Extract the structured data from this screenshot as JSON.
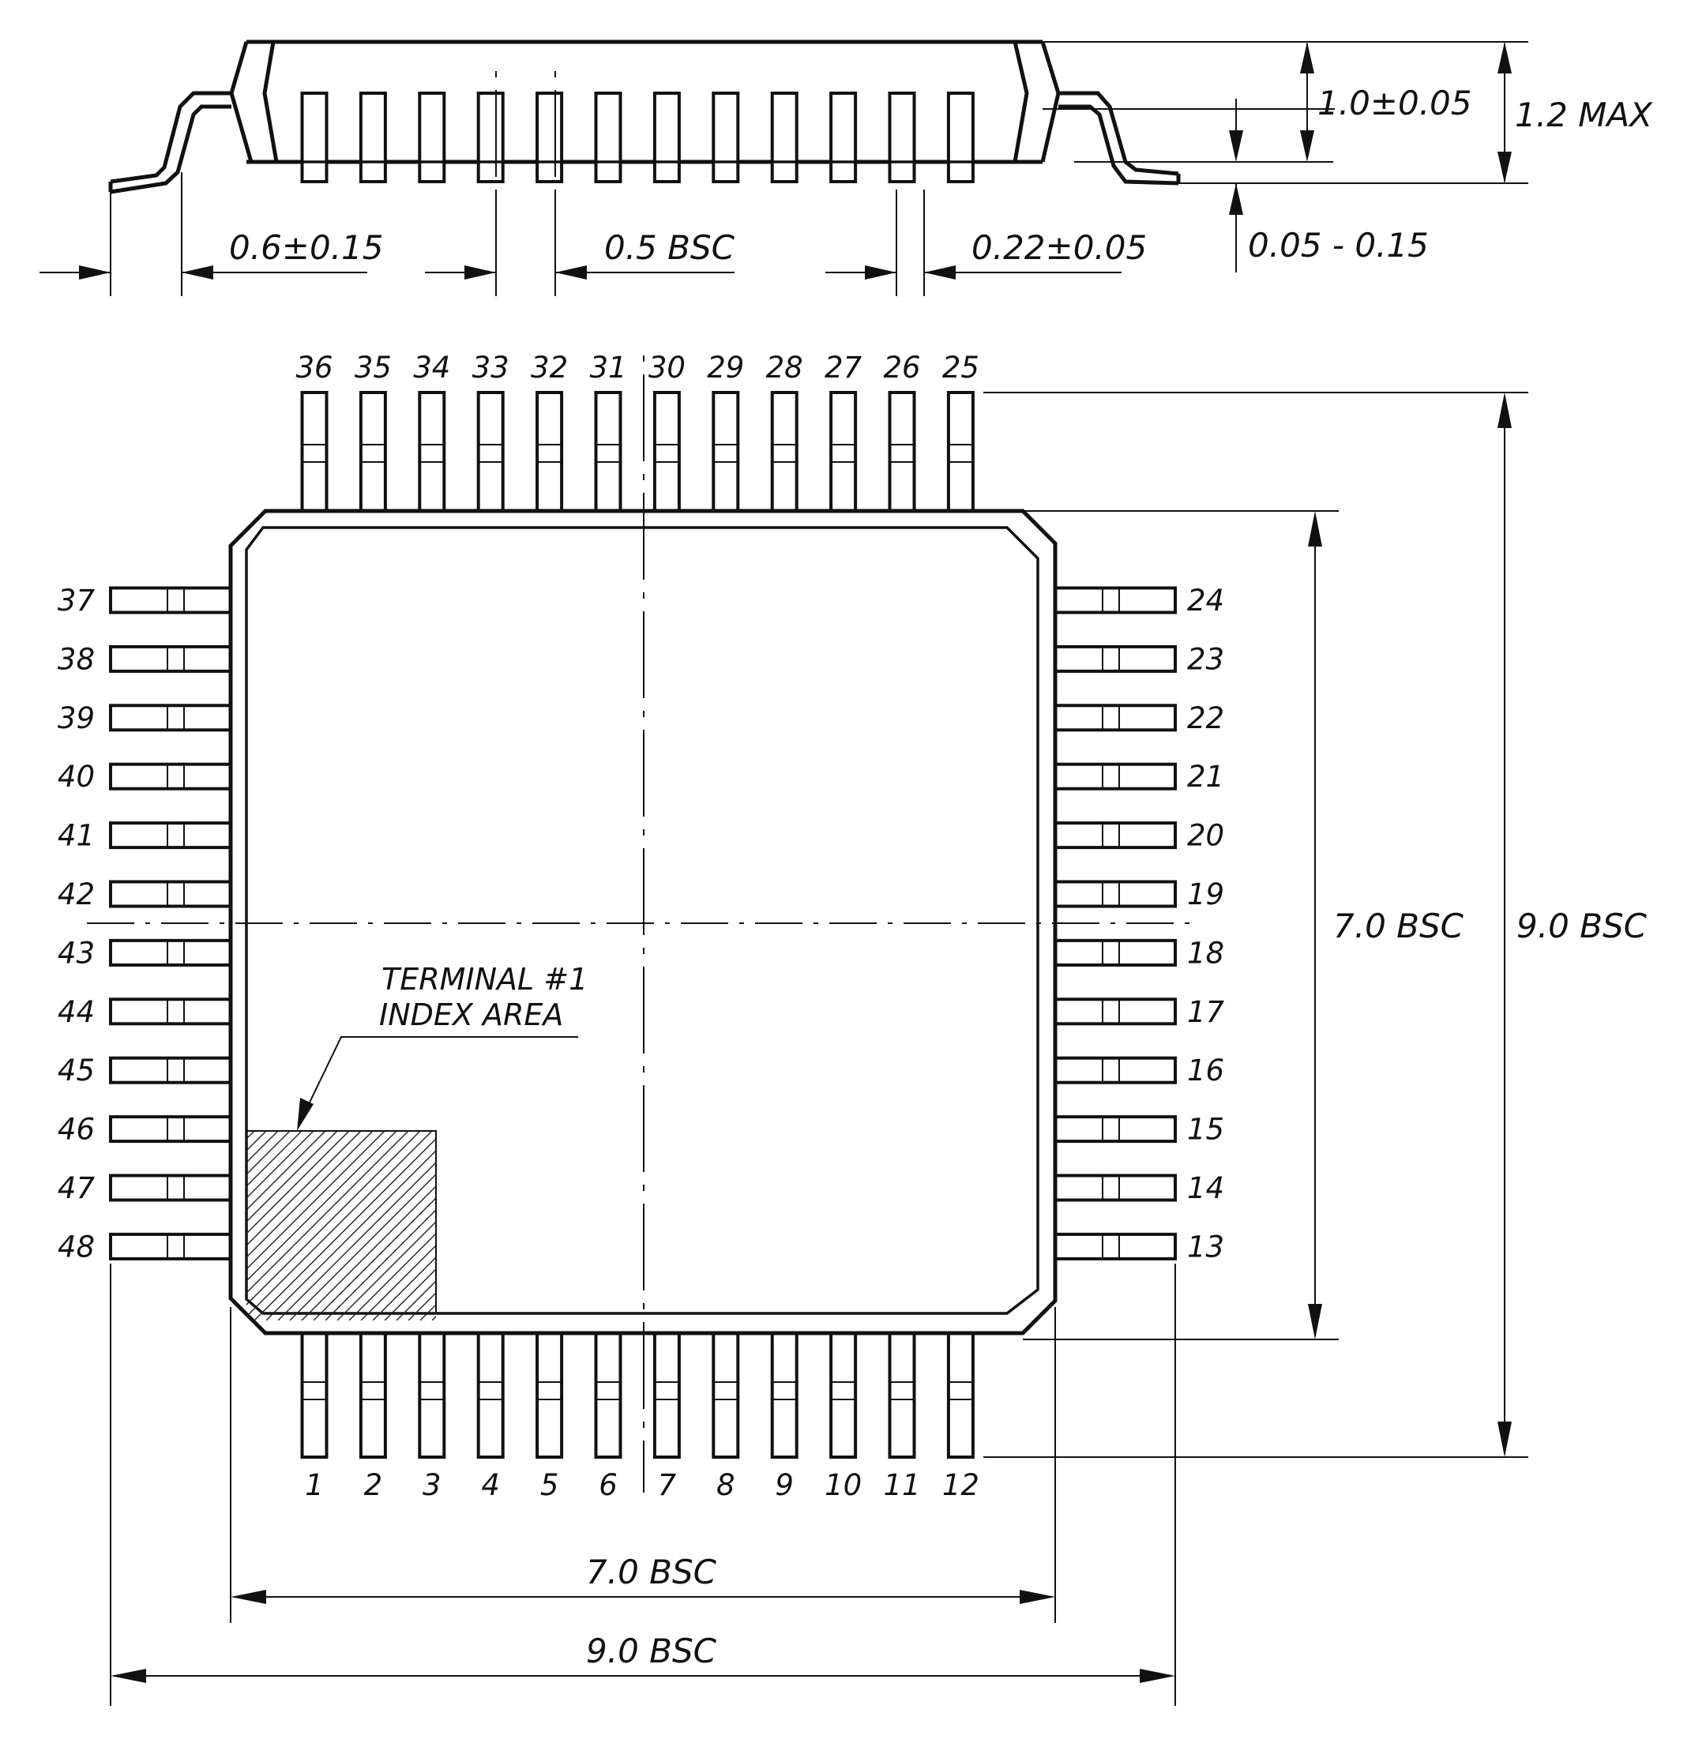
{
  "side_view": {
    "dims": {
      "lead_foot": "0.6±0.15",
      "pitch": "0.5 BSC",
      "lead_width": "0.22±0.05",
      "body_thickness": "1.0±0.05",
      "standoff": "0.05 - 0.15",
      "max_height": "1.2 MAX"
    }
  },
  "top_view": {
    "pins": {
      "bottom": [
        "1",
        "2",
        "3",
        "4",
        "5",
        "6",
        "7",
        "8",
        "9",
        "10",
        "11",
        "12"
      ],
      "right": [
        "13",
        "14",
        "15",
        "16",
        "17",
        "18",
        "19",
        "20",
        "21",
        "22",
        "23",
        "24"
      ],
      "top": [
        "25",
        "26",
        "27",
        "28",
        "29",
        "30",
        "31",
        "32",
        "33",
        "34",
        "35",
        "36"
      ],
      "left": [
        "37",
        "38",
        "39",
        "40",
        "41",
        "42",
        "43",
        "44",
        "45",
        "46",
        "47",
        "48"
      ]
    },
    "index_note": [
      "TERMINAL #1",
      "INDEX AREA"
    ],
    "dims": {
      "body_width": "7.0 BSC",
      "overall_width": "9.0 BSC",
      "body_height": "7.0 BSC",
      "overall_height": "9.0 BSC"
    }
  }
}
